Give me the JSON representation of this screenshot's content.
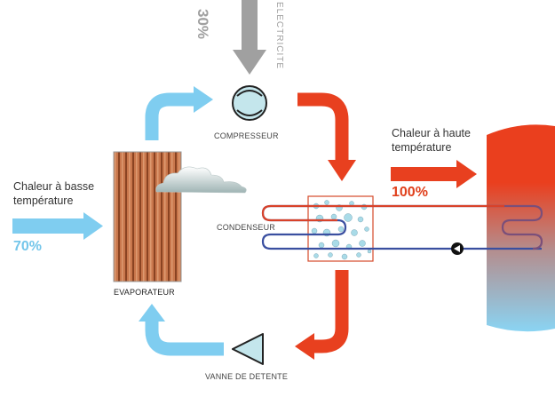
{
  "labels": {
    "electricity": "ELECTRICITE",
    "compressor": "COMPRESSEUR",
    "condenser": "CONDENSEUR",
    "evaporator": "EVAPORATEUR",
    "expansion_valve": "VANNE DE DETENTE"
  },
  "low_heat": {
    "line1": "Chaleur à basse",
    "line2": "température",
    "percent": "70%"
  },
  "high_heat": {
    "line1": "Chaleur à haute",
    "line2": "température",
    "percent": "100%"
  },
  "electricity_percent": "30%",
  "colors": {
    "cold_flow": "#7fcdf0",
    "hot_flow": "#e8401f",
    "electric": "#a0a0a0",
    "evaporator": "#b4623a",
    "tank_top": "#e8401f",
    "tank_bottom": "#8fd3f2",
    "low_percent": "#74c6ea",
    "high_percent": "#e0401c"
  }
}
